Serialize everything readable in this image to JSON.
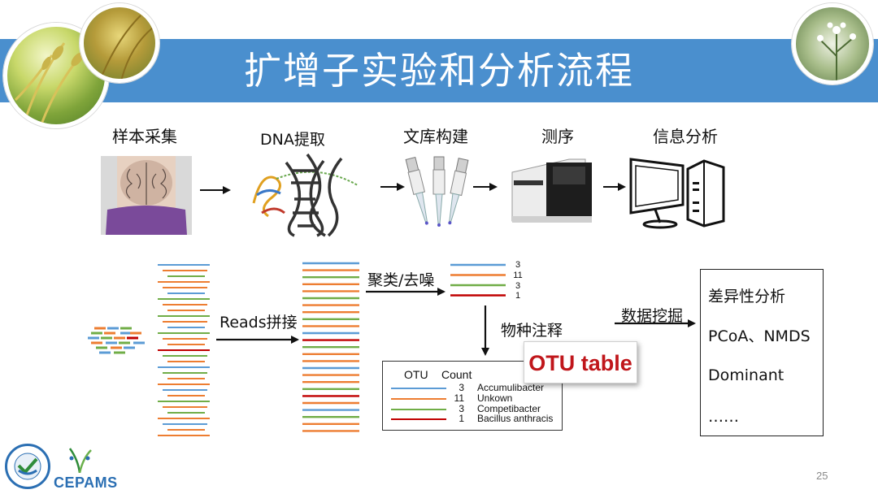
{
  "title": "扩增子实验和分析流程",
  "steps": [
    {
      "label": "样本采集"
    },
    {
      "label": "DNA提取"
    },
    {
      "label": "文库构建"
    },
    {
      "label": "测序"
    },
    {
      "label": "信息分析"
    }
  ],
  "flow": {
    "reads_label": "Reads拼接",
    "cluster_label": "聚类/去噪",
    "annotation_label": "物种注释",
    "mining_label": "数据挖掘",
    "cluster_counts": [
      "3",
      "11",
      "3",
      "1"
    ]
  },
  "otu_badge": "OTU table",
  "otu_table": {
    "headers": [
      "OTU",
      "Count"
    ],
    "rows": [
      {
        "count": "3",
        "name": "Accumulibacter",
        "color": "#5b9bd5"
      },
      {
        "count": "11",
        "name": "Unkown",
        "color": "#ed7d31"
      },
      {
        "count": "3",
        "name": "Competibacter",
        "color": "#70ad47"
      },
      {
        "count": "1",
        "name": "Bacillus anthracis",
        "color": "#c00000"
      }
    ]
  },
  "results": [
    "差异性分析",
    "PCoA、NMDS",
    "Dominant",
    "……"
  ],
  "org_name": "CEPAMS",
  "page_number": "25",
  "colors": {
    "banner": "#4a8fce",
    "read_blue": "#5b9bd5",
    "read_orange": "#ed7d31",
    "read_green": "#70ad47",
    "read_red": "#c00000",
    "otu_badge_text": "#c0161b"
  }
}
